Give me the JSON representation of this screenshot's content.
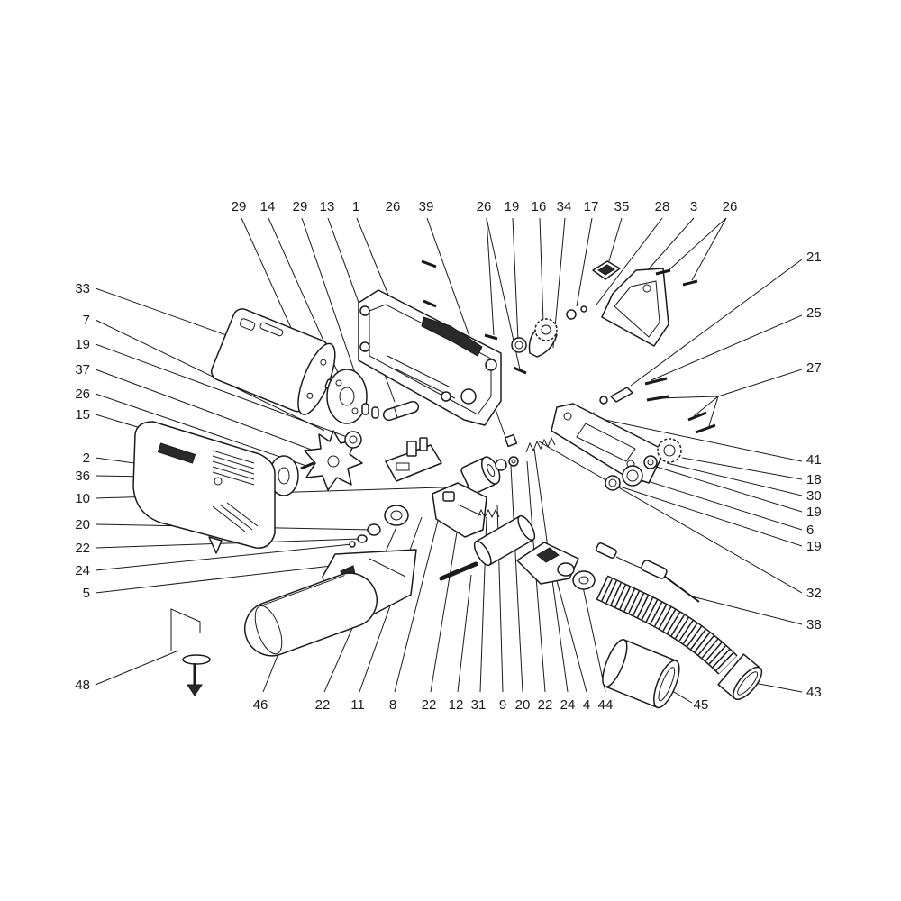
{
  "diagram": {
    "callouts_top": [
      "29",
      "14",
      "29",
      "13",
      "1",
      "26",
      "39",
      "26",
      "19",
      "16",
      "34",
      "17",
      "35",
      "28",
      "3",
      "26"
    ],
    "callouts_left": [
      "33",
      "7",
      "19",
      "37",
      "26",
      "15",
      "2",
      "36",
      "10",
      "20",
      "22",
      "24",
      "5",
      "48"
    ],
    "callouts_right": [
      "21",
      "25",
      "27",
      "41",
      "18",
      "30",
      "19",
      "6",
      "19",
      "32",
      "38",
      "43"
    ],
    "callouts_bottom": [
      "46",
      "22",
      "11",
      "8",
      "22",
      "12",
      "31",
      "9",
      "20",
      "22",
      "24",
      "4",
      "44",
      "45"
    ]
  }
}
